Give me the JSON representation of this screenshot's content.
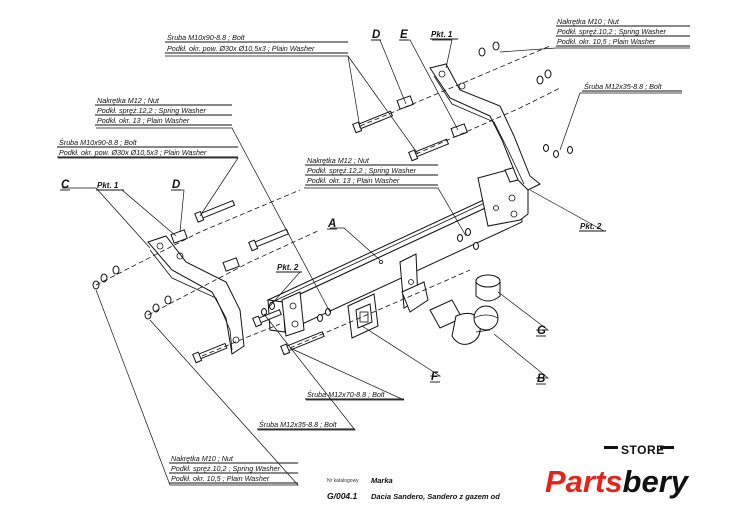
{
  "labels": {
    "bolt_top_left": [
      "Śruba M10x90-8.8 ;  Bolt",
      "Podkł. okr. pow. Ø30x Ø10,5x3 ; Plain Washer"
    ],
    "nut_top_right": [
      "Nakrętka  M10 ; Nut",
      "Podkł. spręż.10,2 ; Spring Washer",
      "Podkł. okr. 10,5 ; Plain Washer"
    ],
    "bolt_right": [
      "Śruba M12x35-8.8 ;  Bolt"
    ],
    "nut_left_m12": [
      "Nakrętka  M12 ; Nut",
      "Podkł. spręż.12,2 ; Spring Washer",
      "Podkł. okr. 13 ; Plain Washer"
    ],
    "bolt_left": [
      "Śruba M10x90-8.8 ;  Bolt",
      "Podkł. okr. pow. Ø30x Ø10,5x3 ; Plain Washer"
    ],
    "nut_center_m12": [
      "Nakrętka  M12 ; Nut",
      "Podkł. spręż.12,2 ; Spring Washer",
      "Podkł. okr. 13 ; Plain Washer"
    ],
    "bolt_m12x70": [
      "Śruba M12x70-8.8 ;  Bolt"
    ],
    "bolt_m12x35_bottom": [
      "Śruba M12x35-8.8 ;  Bolt"
    ],
    "nut_bottom_left": [
      "Nakrętka  M10 ; Nut",
      "Podkł. spręż.10,2 ; Spring Washer",
      "Podkł. okr. 10,5 ; Plain Washer"
    ]
  },
  "letters": {
    "C": "C",
    "D_left": "D",
    "D_top": "D",
    "E": "E",
    "A": "A",
    "F": "F",
    "G": "G",
    "B": "B"
  },
  "pkt": {
    "pkt1_top": "Pkt. 1",
    "pkt1_left": "Pkt. 1",
    "pkt2_center": "Pkt. 2",
    "pkt2_right": "Pkt. 2"
  },
  "catalog": {
    "nr_label": "Nr katalogowy",
    "marka_label": "Marka",
    "code": "G/004.1",
    "description": "Dacia Sandero, Sandero z gazem   od"
  },
  "logo": {
    "store": "STORE",
    "name_part1": "Parts",
    "name_part2": "bery",
    "color_red": "#e5231b",
    "color_dark": "#111111"
  }
}
